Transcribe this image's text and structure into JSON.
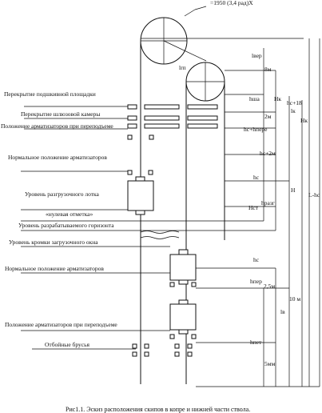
{
  "header_note": "=1950 (3,4 рад)Х",
  "labels": {
    "podshk": "Перекрытие подшкивной площадки",
    "shluz": "Перекрытие шлюзовой камеры",
    "polozh_top": "Положение арматизаторов при переподъеме",
    "normal_top": "Нормальное положение арматизаторов",
    "razgr": "Уровень разгрузочного лотка",
    "zero": "«нулевая отметка»",
    "gorizont": "Уровень разрабатываемого горизонта",
    "kromka": "Уровень кромки загрузочного окна",
    "normal_bot": "Нормальное положение арматизаторов",
    "polozh_bot": "Положение арматизаторов при переподъеме",
    "otboin": "Отбойные брусья"
  },
  "dimensions": {
    "lver": "lвер",
    "m8": "8м",
    "lrp": "lrп",
    "hsha": "hша",
    "hk": "Нк",
    "hc18": "hс+18",
    "lk": "lк",
    "hk2": "Нк",
    "m2": "2м",
    "hcpere": "hс+hпере",
    "hc2m": "hс+2м",
    "hc_top": "hс",
    "h": "Н",
    "hrazg": "hразг",
    "nst": "Нст",
    "lhc": "L-hс",
    "hc_bot": "hс",
    "hper": "hпер",
    "m25": "2,5м",
    "m10": "10 м",
    "lv": "lв",
    "hpet": "hпет",
    "m5": "5мм"
  },
  "caption": "Рис1.1. Эскиз расположения скипов в копре и нижней части ствола."
}
